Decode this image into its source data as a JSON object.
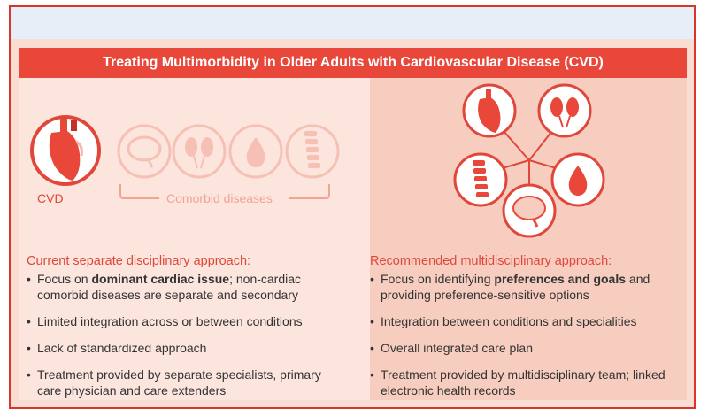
{
  "title": "Treating Multimorbidity in Older Adults with Cardiovascular Disease (CVD)",
  "left": {
    "cvd_label": "CVD",
    "comorbid_label": "Comorbid diseases",
    "heading": "Current separate disciplinary approach:",
    "items": [
      {
        "pre": "Focus on ",
        "bold": "dominant cardiac issue",
        "post": "; non-cardiac comorbid diseases are separate and secondary"
      },
      {
        "pre": "Limited integration across or between conditions",
        "bold": "",
        "post": ""
      },
      {
        "pre": "Lack of standardized approach",
        "bold": "",
        "post": ""
      },
      {
        "pre": "Treatment provided by separate specialists, primary care physician and care extenders",
        "bold": "",
        "post": ""
      }
    ]
  },
  "right": {
    "heading": "Recommended multidisciplinary approach:",
    "items": [
      {
        "pre": "Focus on identifying ",
        "bold": "preferences and goals",
        "post": " and providing preference-sensitive options"
      },
      {
        "pre": "Integration between conditions and specialities",
        "bold": "",
        "post": ""
      },
      {
        "pre": "Overall integrated care plan",
        "bold": "",
        "post": ""
      },
      {
        "pre": "Treatment provided by multidisciplinary team; linked electronic health records",
        "bold": "",
        "post": ""
      }
    ]
  },
  "colors": {
    "accent": "#e8473a",
    "faded": "#f3a394"
  },
  "icons": [
    "heart-icon",
    "brain-icon",
    "kidneys-icon",
    "blood-drop-icon",
    "spine-icon"
  ]
}
